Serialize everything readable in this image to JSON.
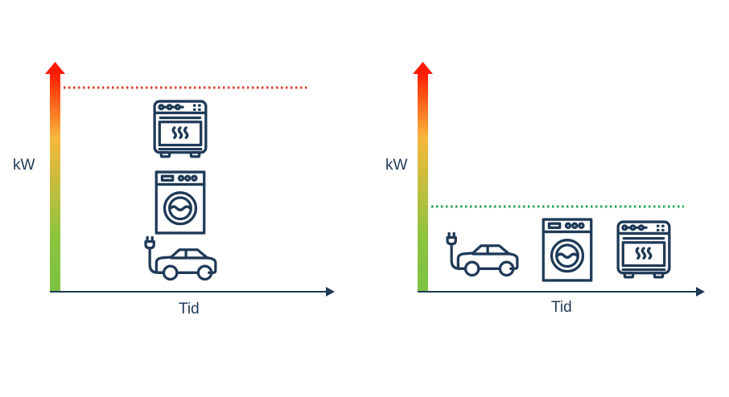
{
  "colors": {
    "navy": "#1f3a57",
    "limit_high": "#e03a2a",
    "limit_low": "#2aa44f",
    "gradient": [
      "#ff1a00",
      "#f6b73c",
      "#8cc43f"
    ]
  },
  "panels": [
    {
      "y_label": "kW",
      "x_label": "Tid",
      "limit_line": "high",
      "icons": [
        "oven-icon",
        "washing-machine-icon",
        "electric-car-icon"
      ],
      "arrangement": "stacked"
    },
    {
      "y_label": "kW",
      "x_label": "Tid",
      "limit_line": "low",
      "icons": [
        "electric-car-icon",
        "washing-machine-icon",
        "oven-icon"
      ],
      "arrangement": "sequential"
    }
  ]
}
